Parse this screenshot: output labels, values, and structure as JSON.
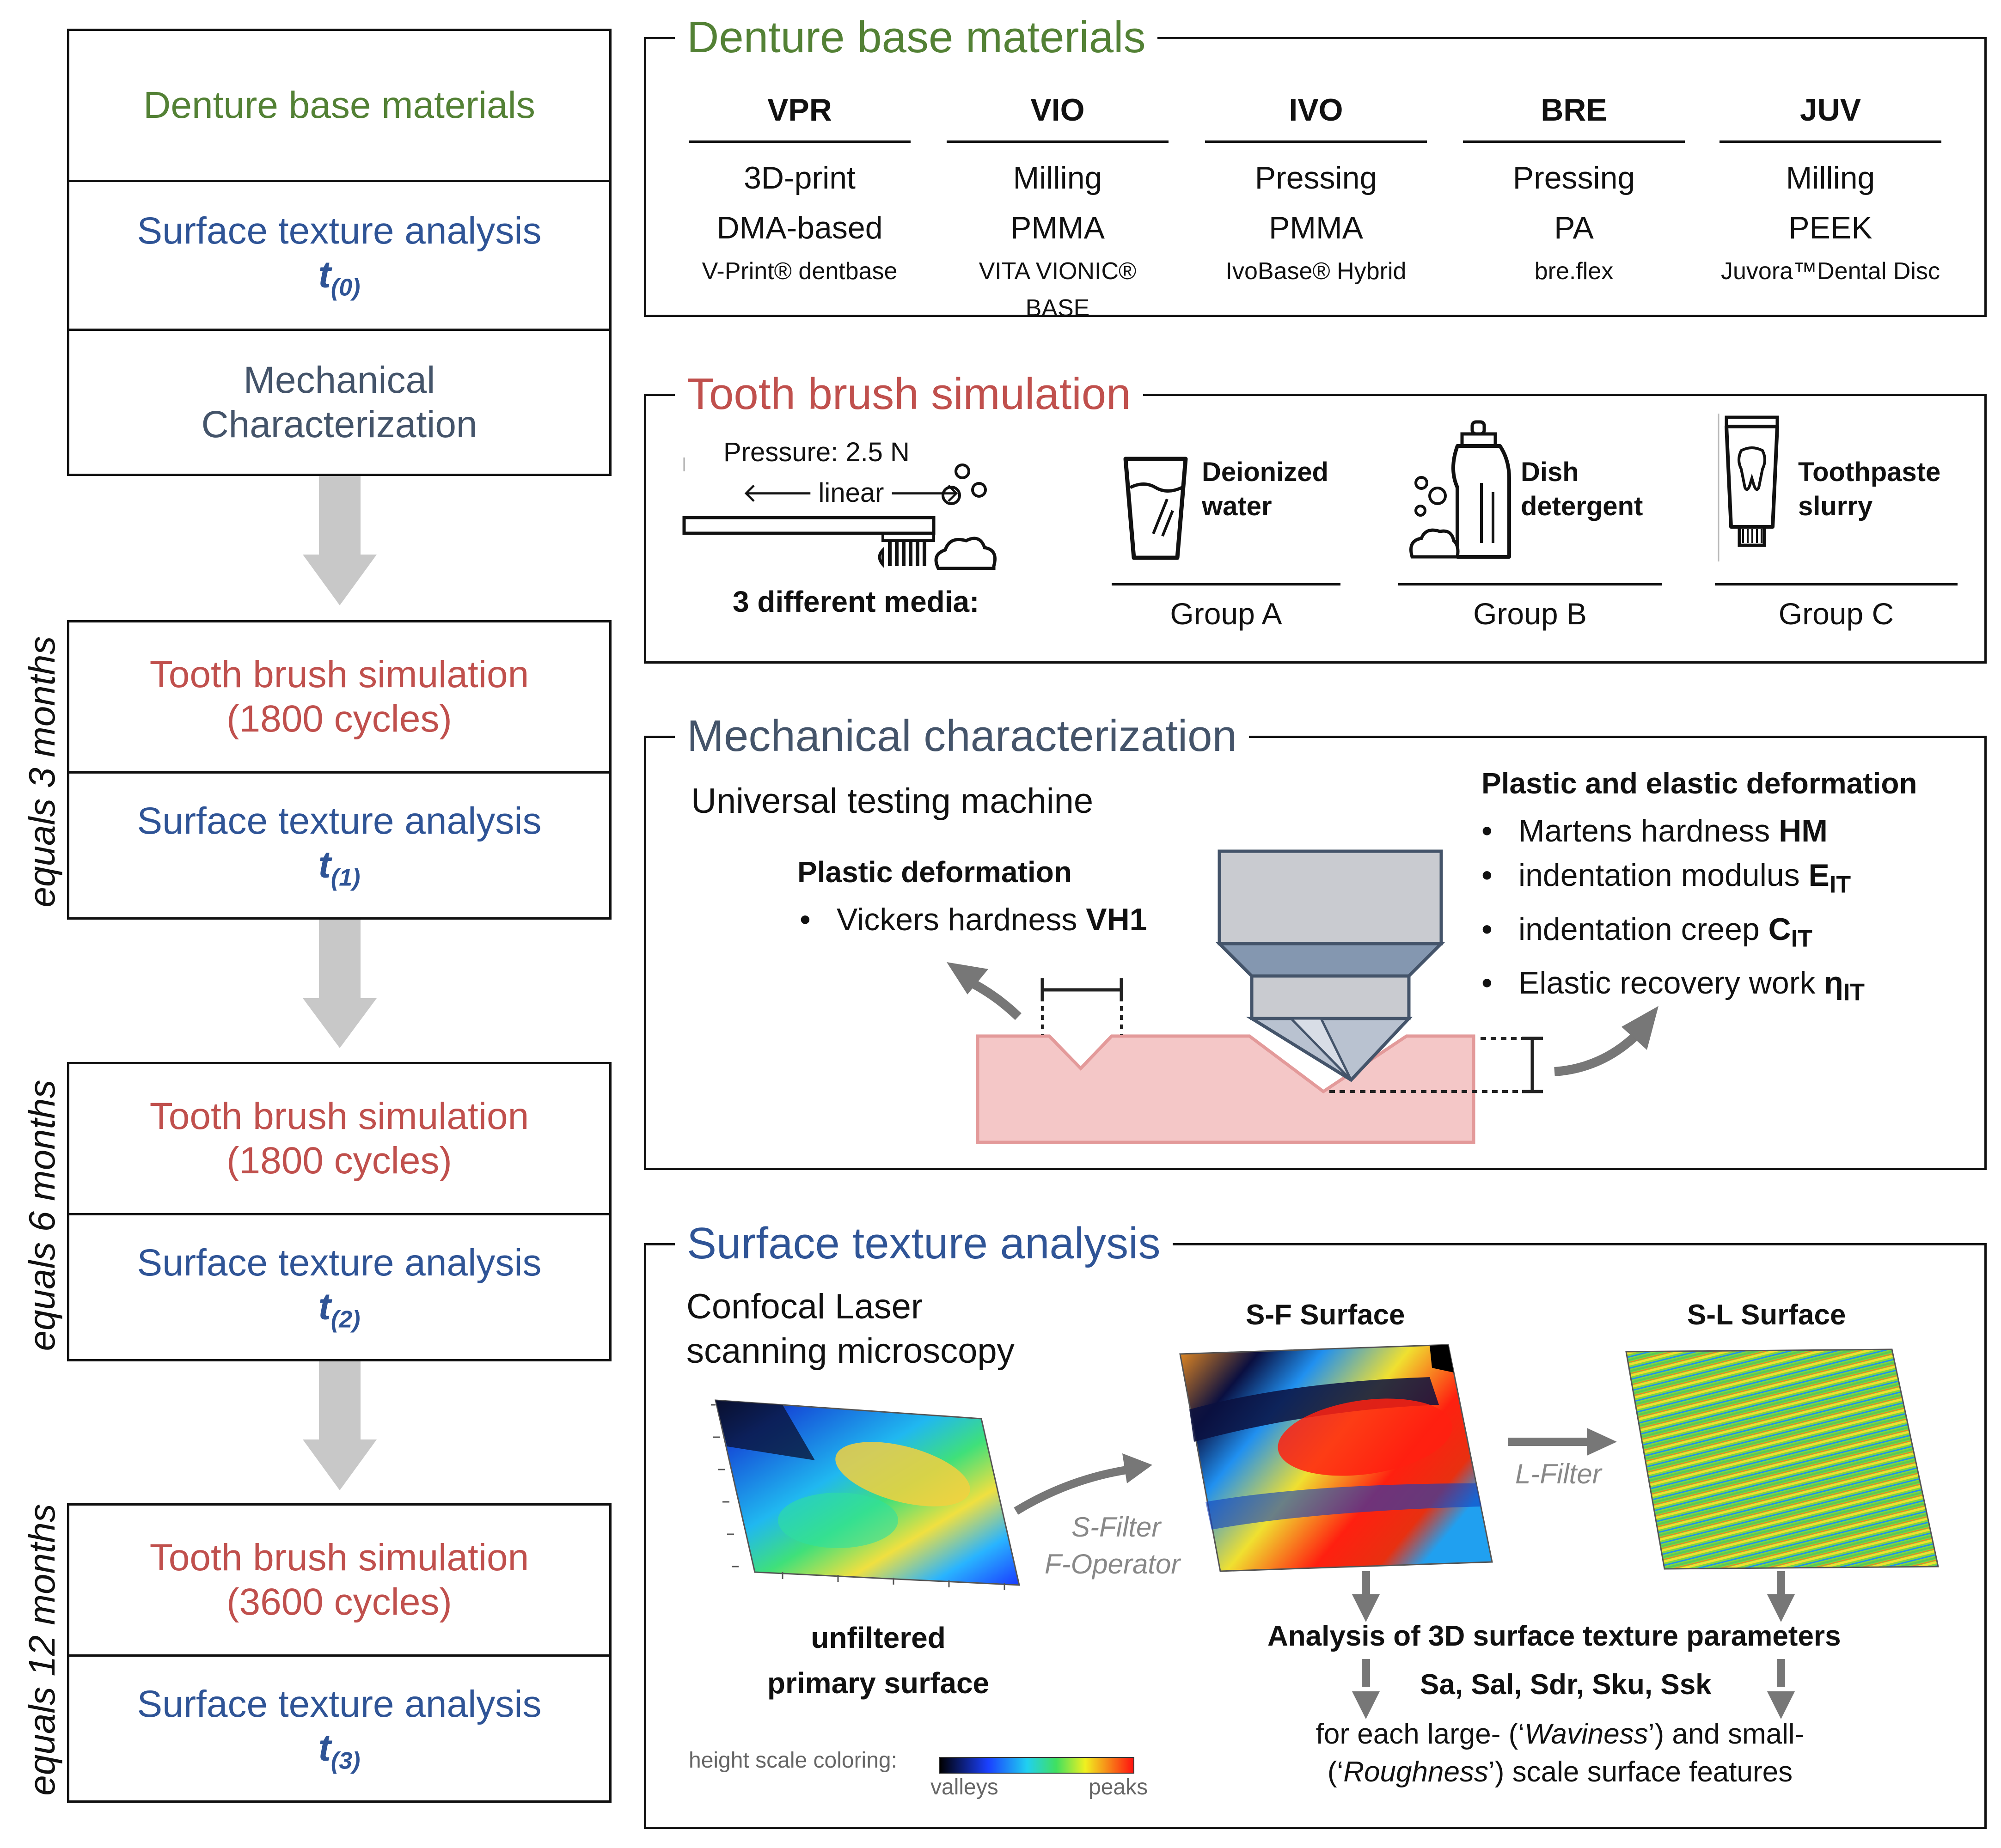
{
  "flow": {
    "box1": {
      "materials": "Denture base materials",
      "surface": "Surface texture analysis",
      "t_var": "t",
      "t_sub": "(0)",
      "mech_line1": "Mechanical",
      "mech_line2": "Characterization"
    },
    "box2": {
      "brush": "Tooth brush simulation",
      "cycles": "(1800 cycles)",
      "surface": "Surface texture analysis",
      "t_var": "t",
      "t_sub": "(1)"
    },
    "box3": {
      "brush": "Tooth brush simulation",
      "cycles": "(1800 cycles)",
      "surface": "Surface texture analysis",
      "t_var": "t",
      "t_sub": "(2)"
    },
    "box4": {
      "brush": "Tooth brush simulation",
      "cycles": "(3600 cycles)",
      "surface": "Surface texture analysis",
      "t_var": "t",
      "t_sub": "(3)"
    },
    "side_labels": [
      "equals 3 months",
      "equals 6 months",
      "equals 12 months"
    ]
  },
  "materials": {
    "title": "Denture base materials",
    "columns": [
      {
        "code": "VPR",
        "process": "3D-print",
        "type": "DMA-based",
        "product": "V-Print® dentbase"
      },
      {
        "code": "VIO",
        "process": "Milling",
        "type": "PMMA",
        "product": "VITA VIONIC® BASE"
      },
      {
        "code": "IVO",
        "process": "Pressing",
        "type": "PMMA",
        "product": "IvoBase® Hybrid"
      },
      {
        "code": "BRE",
        "process": "Pressing",
        "type": "PA",
        "product": "bre.flex"
      },
      {
        "code": "JUV",
        "process": "Milling",
        "type": "PEEK",
        "product": "Juvora™Dental Disc"
      }
    ]
  },
  "brush": {
    "title": "Tooth brush simulation",
    "pressure": "Pressure: 2.5 N",
    "linear": "linear",
    "media_label": "3 different media:",
    "groups": [
      {
        "medium_line1": "Deionized",
        "medium_line2": "water",
        "group": "Group A",
        "icon": "glass-icon"
      },
      {
        "medium_line1": "Dish",
        "medium_line2": "detergent",
        "group": "Group B",
        "icon": "detergent-bottle-icon"
      },
      {
        "medium_line1": "Toothpaste",
        "medium_line2": "slurry",
        "group": "Group C",
        "icon": "toothpaste-icon"
      }
    ]
  },
  "mech": {
    "title": "Mechanical characterization",
    "machine": "Universal testing machine",
    "plastic_title": "Plastic deformation",
    "plastic_item_text": "Vickers hardness ",
    "plastic_item_sym": "VH1",
    "pe_title": "Plastic and elastic deformation",
    "pe_items": [
      {
        "text": "Martens hardness ",
        "sym": "HM",
        "sub": ""
      },
      {
        "text": "indentation modulus ",
        "sym": "E",
        "sub": "IT"
      },
      {
        "text": "indentation creep ",
        "sym": "C",
        "sub": "IT"
      },
      {
        "text": "Elastic recovery work ",
        "sym": "η",
        "sub": "IT"
      }
    ]
  },
  "surface": {
    "title": "Surface texture analysis",
    "clsm_line1": "Confocal Laser",
    "clsm_line2": "scanning microscopy",
    "sf_label": "S-F Surface",
    "sl_label": "S-L Surface",
    "unfiltered_line1": "unfiltered",
    "unfiltered_line2": "primary surface",
    "s_filter": "S-Filter",
    "f_operator": "F-Operator",
    "l_filter": "L-Filter",
    "analysis": "Analysis of 3D surface texture parameters",
    "params": "Sa, Sal, Sdr, Sku, Ssk",
    "desc_a": "for each large- (‘",
    "desc_waviness": "Waviness",
    "desc_b": "’) and small-",
    "desc_c": "(‘",
    "desc_roughness": "Roughness",
    "desc_d": "’) scale surface features",
    "scale_label": "height scale coloring:",
    "valleys": "valleys",
    "peaks": "peaks"
  },
  "colors": {
    "green": "#538135",
    "blue": "#2F5496",
    "red": "#C0504D",
    "slate": "#44546A"
  }
}
